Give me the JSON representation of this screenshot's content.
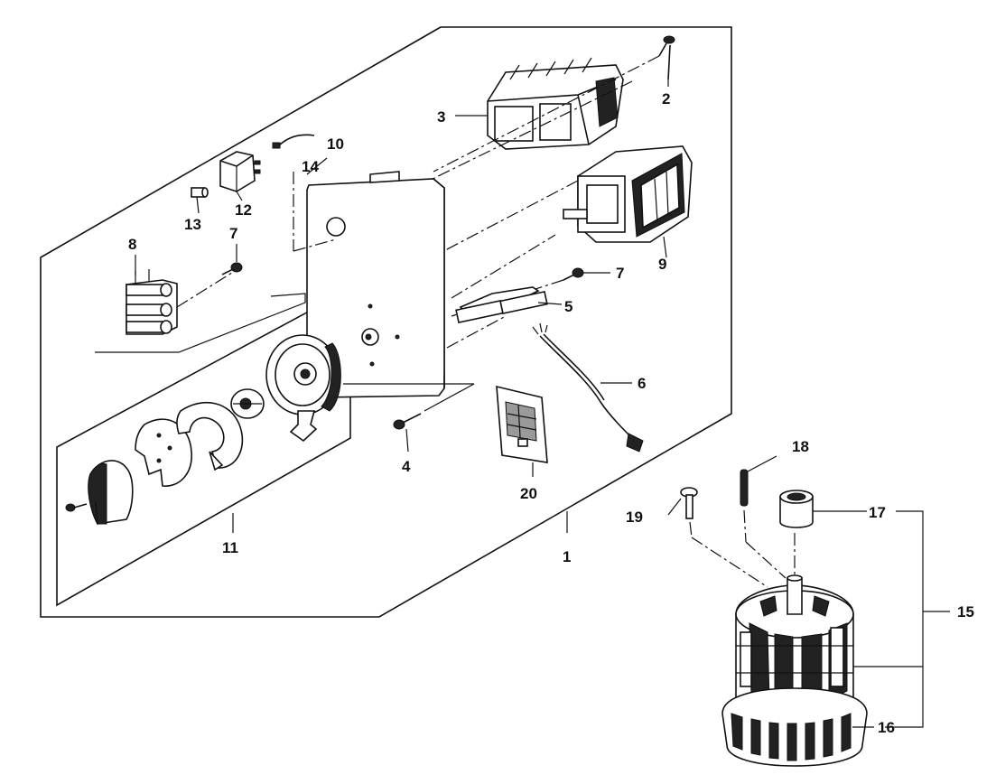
{
  "callouts": [
    {
      "id": "c1",
      "text": "1"
    },
    {
      "id": "c2",
      "text": "2"
    },
    {
      "id": "c3",
      "text": "3"
    },
    {
      "id": "c4",
      "text": "4"
    },
    {
      "id": "c5",
      "text": "5"
    },
    {
      "id": "c6",
      "text": "6"
    },
    {
      "id": "c7a",
      "text": "7"
    },
    {
      "id": "c7b",
      "text": "7"
    },
    {
      "id": "c8",
      "text": "8"
    },
    {
      "id": "c9",
      "text": "9"
    },
    {
      "id": "c10",
      "text": "10"
    },
    {
      "id": "c11",
      "text": "11"
    },
    {
      "id": "c12",
      "text": "12"
    },
    {
      "id": "c13",
      "text": "13"
    },
    {
      "id": "c14",
      "text": "14"
    },
    {
      "id": "c15",
      "text": "15"
    },
    {
      "id": "c16",
      "text": "16"
    },
    {
      "id": "c17",
      "text": "17"
    },
    {
      "id": "c18",
      "text": "18"
    },
    {
      "id": "c19",
      "text": "19"
    },
    {
      "id": "c20",
      "text": "20"
    }
  ]
}
